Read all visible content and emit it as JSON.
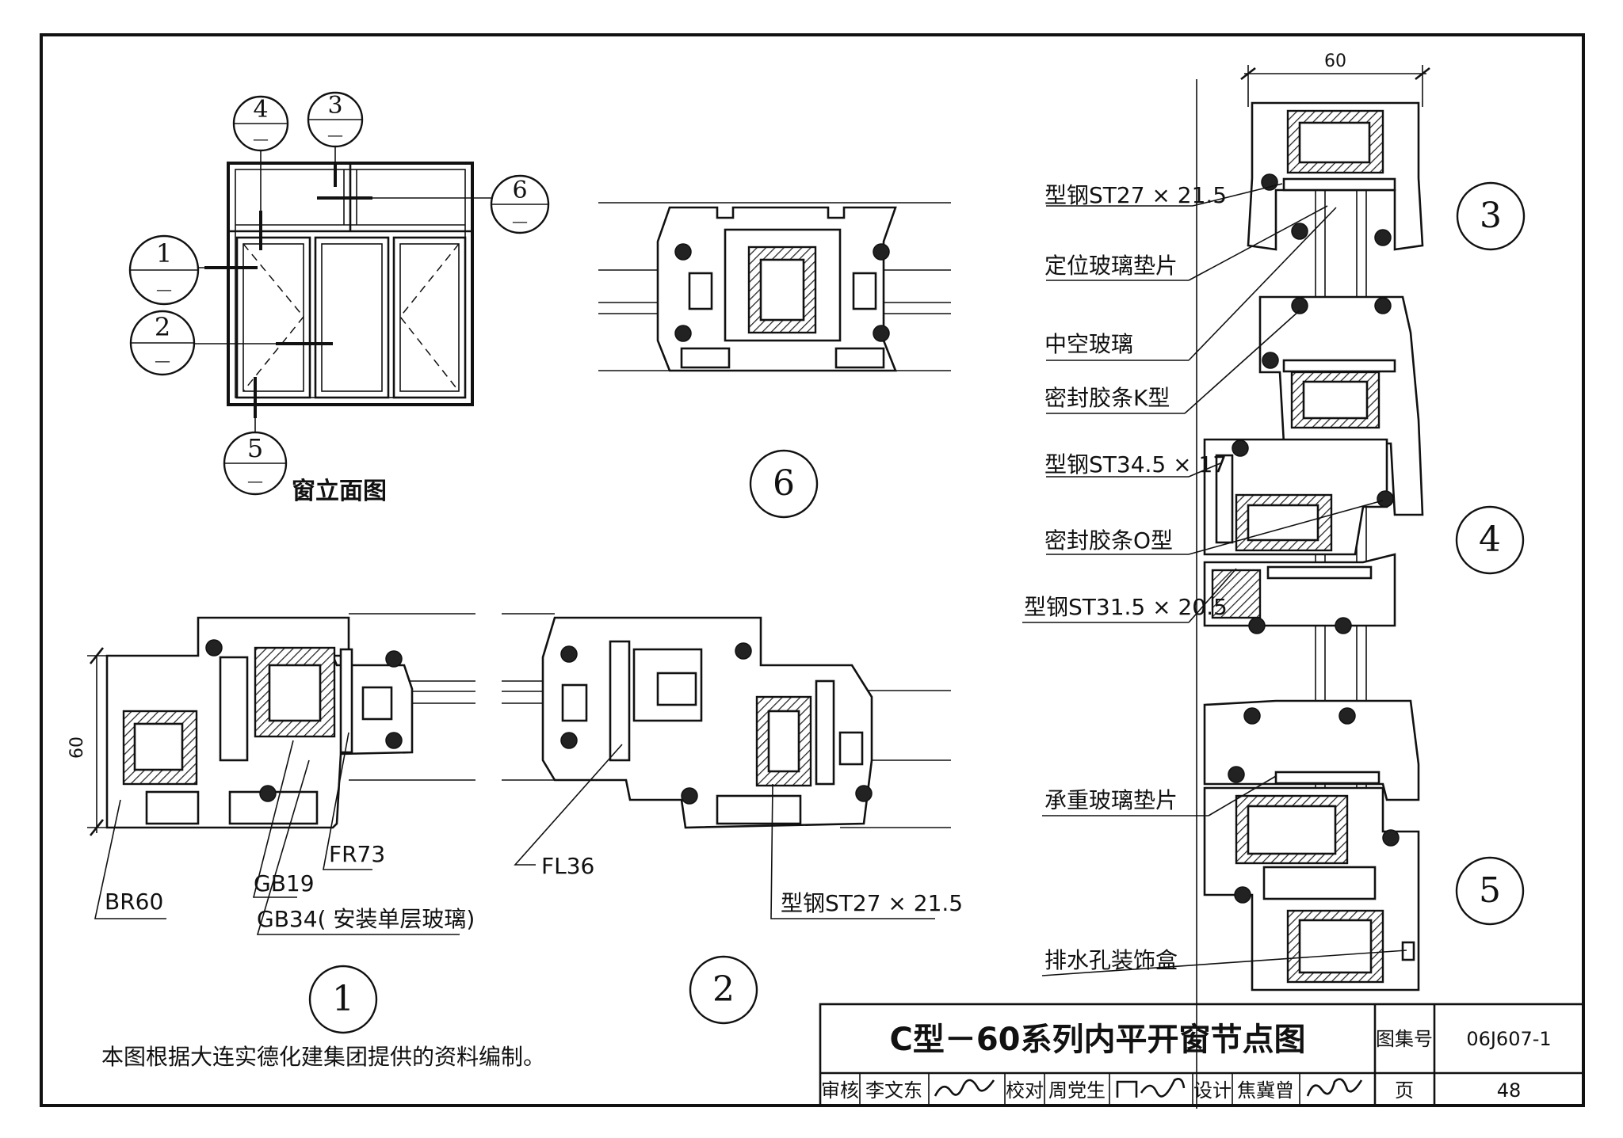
{
  "elevation": {
    "title": "窗立面图",
    "markers": [
      {
        "num": "1",
        "sub": "—"
      },
      {
        "num": "2",
        "sub": "—"
      },
      {
        "num": "3",
        "sub": "—"
      },
      {
        "num": "4",
        "sub": "—"
      },
      {
        "num": "5",
        "sub": "—"
      },
      {
        "num": "6",
        "sub": "—"
      }
    ]
  },
  "detail_numbers": [
    "1",
    "2",
    "3",
    "4",
    "5",
    "6"
  ],
  "dimensions": {
    "left": "60",
    "top": "60"
  },
  "detail1_labels": {
    "br": "BR60",
    "gb19": "GB19",
    "gb34": "GB34( 安装单层玻璃)",
    "fr": "FR73"
  },
  "detail2_labels": {
    "fl": "FL36",
    "steel": "型钢ST27 × 21.5"
  },
  "vertical_labels": [
    "型钢ST27 × 21.5",
    "定位玻璃垫片",
    "中空玻璃",
    "密封胶条K型",
    "型钢ST34.5 × 17",
    "密封胶条O型",
    "型钢ST31.5 × 20.5",
    "承重玻璃垫片",
    "排水孔装饰盒"
  ],
  "note": "本图根据大连实德化建集团提供的资料编制。",
  "title_block": {
    "title": "C型－60系列内平开窗节点图",
    "atlas_label": "图集号",
    "atlas_no": "06J607-1",
    "review_label": "审核",
    "reviewer": "李文东",
    "check_label": "校对",
    "checker": "周党生",
    "design_label": "设计",
    "designer": "焦冀曾",
    "page_label": "页",
    "page_no": "48"
  }
}
